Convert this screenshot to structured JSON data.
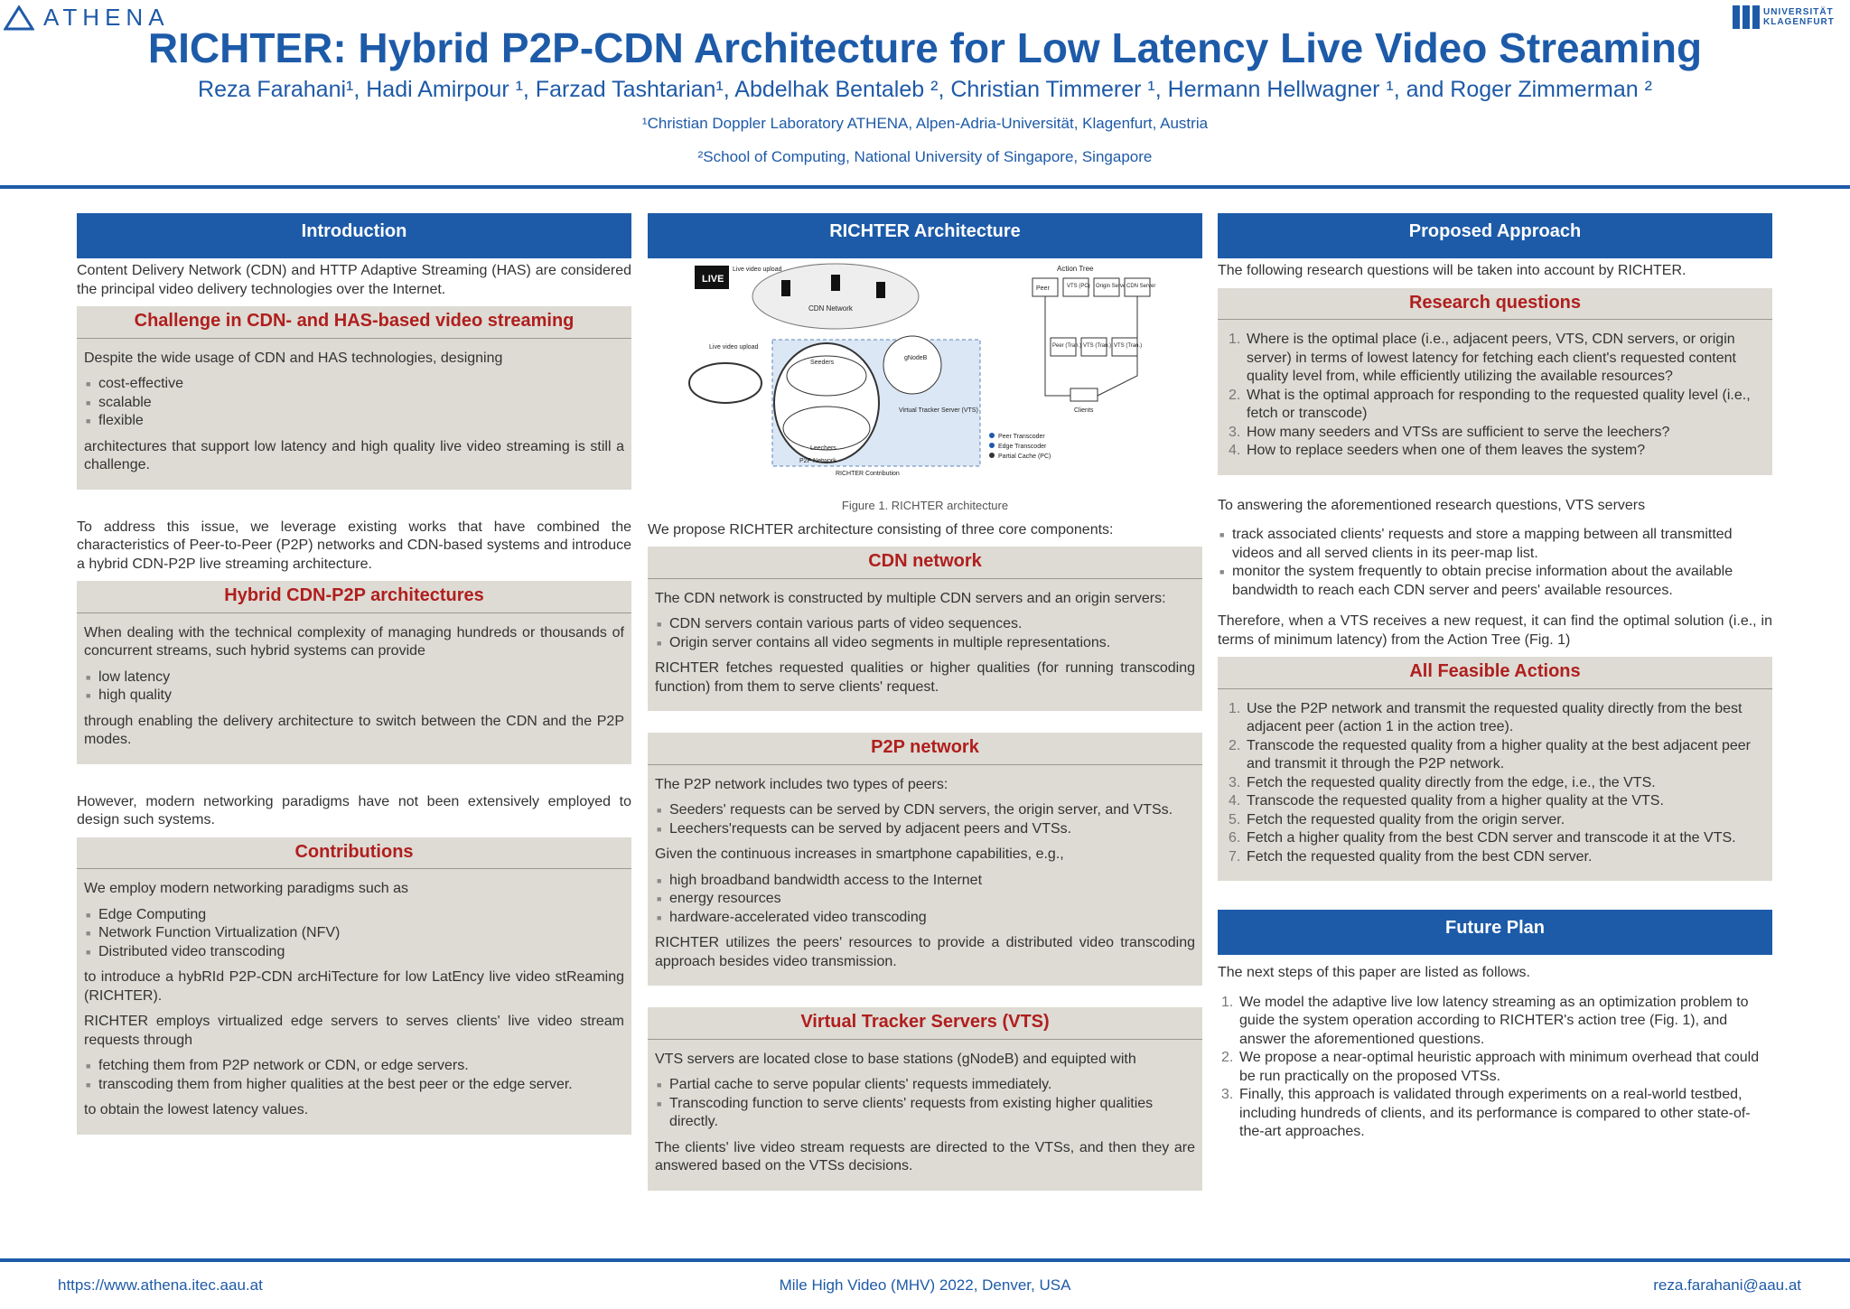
{
  "header": {
    "logo": "ATHENA",
    "university": "UNIVERSITÄT KLAGENFURT",
    "title": "RICHTER: Hybrid P2P-CDN Architecture for Low Latency Live Video Streaming",
    "authors": "Reza Farahani¹, Hadi Amirpour ¹, Farzad Tashtarian¹, Abdelhak Bentaleb ², Christian Timmerer ¹, Hermann Hellwagner ¹, and Roger Zimmerman ²",
    "affil1": "¹Christian Doppler Laboratory ATHENA, Alpen-Adria-Universität, Klagenfurt, Austria",
    "affil2": "²School of Computing, National University of Singapore, Singapore"
  },
  "intro": {
    "heading": "Introduction",
    "p1": "Content Delivery Network (CDN) and HTTP Adaptive Streaming (HAS) are considered the principal video delivery technologies over the Internet.",
    "ch_title": "Challenge in CDN- and HAS-based video streaming",
    "ch_p1": "Despite the wide usage of CDN and HAS technologies, designing",
    "ch_items": [
      "cost-effective",
      "scalable",
      "flexible"
    ],
    "ch_p2": "architectures that support low latency and high quality live video streaming is still a challenge.",
    "p2": "To address this issue, we leverage existing works that have combined the characteristics of Peer-to-Peer (P2P) networks and CDN-based systems and introduce a hybrid CDN-P2P live streaming architecture.",
    "hy_title": "Hybrid CDN-P2P architectures",
    "hy_p1": "When dealing with the technical complexity of managing hundreds or thousands of concurrent streams, such hybrid systems can provide",
    "hy_items": [
      "low latency",
      "high quality"
    ],
    "hy_p2": "through enabling the delivery architecture to switch between the CDN and the P2P modes.",
    "p3": "However, modern networking paradigms have not been extensively employed to design such systems.",
    "co_title": "Contributions",
    "co_p1": "We employ modern networking paradigms such as",
    "co_items": [
      "Edge Computing",
      "Network Function Virtualization (NFV)",
      "Distributed video transcoding"
    ],
    "co_p2": "to introduce a hybRId P2P-CDN arcHiTecture for low LatEncy live video stReaming (RICHTER).",
    "co_p3": "RICHTER employs virtualized edge servers to serves clients' live video stream requests through",
    "co_items2": [
      "fetching them from P2P network or CDN, or edge servers.",
      "transcoding them from higher qualities at the best peer or the edge server."
    ],
    "co_p4": "to obtain the lowest latency values."
  },
  "arch": {
    "heading": "RICHTER Architecture",
    "figcap": "Figure 1. RICHTER architecture",
    "fig": {
      "live": "LIVE",
      "live_upload": "Live video upload",
      "cdn": "CDN Network",
      "live_upload2": "Live video upload",
      "seeders": "Seeders",
      "leechers": "Leechers",
      "p2p": "P2P Network",
      "gnodeb": "gNodeB",
      "vts": "Virtual Tracker Server (VTS)",
      "contrib": "RICHTER Contribution",
      "action_tree": "Action Tree",
      "peer": "Peer",
      "vts_pc": "VTS (PC)",
      "origin": "Origin Server",
      "cdn_server": "CDN Server",
      "peer_tran": "Peer (Tran.)",
      "vts_tran": "VTS (Tran.)",
      "vts_tran2": "VTS (Tran.)",
      "clients": "Clients",
      "leg1": "Peer Transcoder",
      "leg2": "Edge Transcoder",
      "leg3": "Partial Cache (PC)"
    },
    "p1": "We propose RICHTER architecture consisting of three core components:",
    "cdn_title": "CDN network",
    "cdn_p1": "The CDN network is constructed by multiple CDN servers and an origin servers:",
    "cdn_items": [
      "CDN servers contain various parts of video sequences.",
      "Origin server contains all video segments in multiple representations."
    ],
    "cdn_p2": "RICHTER fetches requested qualities or higher qualities (for running transcoding function) from them to serve clients' request.",
    "p2p_title": "P2P network",
    "p2p_p1": "The P2P network includes two types of peers:",
    "p2p_items": [
      "Seeders' requests can be served by CDN servers, the origin server, and VTSs.",
      "Leechers'requests can be served by adjacent peers and VTSs."
    ],
    "p2p_p2": "Given the continuous increases in smartphone capabilities, e.g.,",
    "p2p_items2": [
      "high broadband bandwidth access to the Internet",
      "energy resources",
      "hardware-accelerated video transcoding"
    ],
    "p2p_p3": "RICHTER utilizes the peers' resources to provide a distributed video transcoding approach besides video transmission.",
    "vts_title": "Virtual Tracker Servers (VTS)",
    "vts_p1": "VTS servers are located close to base stations (gNodeB) and equipted with",
    "vts_items": [
      "Partial cache to serve popular clients' requests immediately.",
      "Transcoding function to serve clients' requests from existing higher qualities directly."
    ],
    "vts_p2": "The clients' live video stream requests are directed to the VTSs, and then they are answered based on the VTSs decisions."
  },
  "approach": {
    "heading": "Proposed Approach",
    "p1": "The following research questions will be taken into account by RICHTER.",
    "rq_title": "Research questions",
    "rq_items": [
      "Where is the optimal place (i.e., adjacent peers, VTS, CDN servers, or origin server) in terms of lowest latency for fetching each client's requested content quality level from, while efficiently utilizing the available resources?",
      "What is the optimal approach for responding to the requested quality level (i.e., fetch or transcode)",
      "How many seeders and VTSs are sufficient to serve the leechers?",
      "How to replace seeders when one of them leaves the system?"
    ],
    "p2": "To answering the aforementioned research questions, VTS servers",
    "items": [
      "track associated clients' requests and store a mapping between all transmitted videos and all served clients in its peer-map list.",
      "monitor the system frequently to obtain precise information about the available bandwidth to reach each CDN server and peers' available resources."
    ],
    "p3": "Therefore, when a VTS receives a new request, it can find the optimal solution (i.e., in terms of minimum latency) from the Action Tree (Fig. 1)",
    "fa_title": "All Feasible Actions",
    "fa_items": [
      "Use the P2P network and transmit the requested quality directly from the best adjacent peer (action 1 in the action tree).",
      "Transcode the requested quality from a higher quality at the best adjacent peer and transmit it through the P2P network.",
      "Fetch the requested quality directly from the edge, i.e., the VTS.",
      "Transcode the requested quality from a higher quality at the VTS.",
      "Fetch the requested quality from the origin server.",
      "Fetch a higher quality from the best CDN server and transcode it at the VTS.",
      "Fetch the requested quality from the best CDN server."
    ]
  },
  "future": {
    "heading": "Future Plan",
    "p1": "The next steps of this paper are listed as follows.",
    "items": [
      "We model the adaptive live low latency streaming as an optimization problem to guide the system operation according to RICHTER's action tree (Fig. 1), and answer the aforementioned questions.",
      "We propose a near-optimal heuristic approach with minimum overhead that could be run practically on the proposed VTSs.",
      "Finally, this approach is validated through experiments on a real-world testbed, including hundreds of clients, and its performance is compared to other state-of-the-art approaches."
    ]
  },
  "footer": {
    "left": "https://www.athena.itec.aau.at",
    "center": "Mile High Video (MHV) 2022, Denver, USA",
    "right": "reza.farahani@aau.at"
  },
  "colors": {
    "primary": "#1d5ba9",
    "subheading": "#b01e1e",
    "box": "#dddbd3"
  }
}
